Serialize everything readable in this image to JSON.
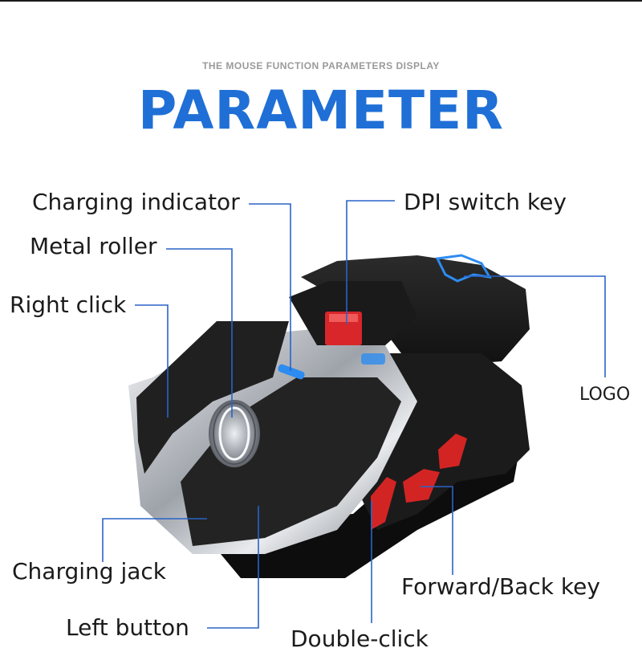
{
  "header": {
    "subtitle": "THE MOUSE FUNCTION PARAMETERS DISPLAY",
    "title": "PARAMETER"
  },
  "callouts": {
    "charging_indicator": "Charging indicator",
    "dpi_switch_key": "DPI switch key",
    "metal_roller": "Metal roller",
    "right_click": "Right click",
    "logo": "LOGO",
    "charging_jack": "Charging jack",
    "forward_back_key": "Forward/Back key",
    "left_button": "Left button",
    "double_click": "Double-click"
  },
  "colors": {
    "accent": "#1f6fd6",
    "callout_line": "#2a63c8",
    "mouse_body": "#1c1c1c",
    "chrome": "#c9ccd1",
    "side_buttons": "#d32424",
    "indicator": "#2d8cf0"
  },
  "icons": {
    "product": "gaming-mouse-illustration"
  }
}
